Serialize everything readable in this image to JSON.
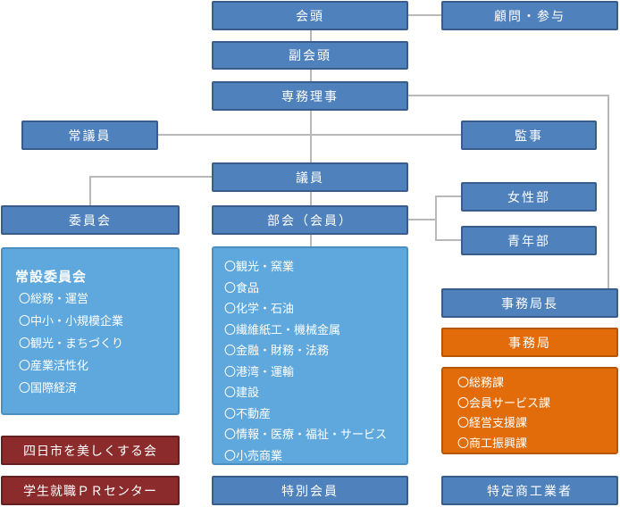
{
  "nodes": {
    "chairman": "会頭",
    "advisors": "顧問・参与",
    "vice_chairman": "副会頭",
    "executive_director": "専務理事",
    "standing_members": "常議員",
    "auditor": "監事",
    "members": "議員",
    "committees": "委員会",
    "sections": "部会（会員）",
    "women": "女性部",
    "youth": "青年部",
    "secretary_general": "事務局長",
    "secretariat": "事務局",
    "beautify": "四日市を美しくする会",
    "student_pr": "学生就職ＰＲセンター",
    "special_members": "特別会員",
    "specified_businesses": "特定商工業者"
  },
  "standing_committees": {
    "title": "常設委員会",
    "items": [
      "〇総務・運営",
      "〇中小・小規模企業",
      "〇観光・まちづくり",
      "〇産業活性化",
      "〇国際経済"
    ]
  },
  "section_list": {
    "items": [
      "〇観光・窯業",
      "〇食品",
      "〇化学・石油",
      "〇繊維紙工・機械金属",
      "〇金融・財務・法務",
      "〇港湾・運輸",
      "〇建設",
      "〇不動産",
      "〇情報・医療・福祉・サービス",
      "〇小売商業"
    ]
  },
  "secretariat_divisions": {
    "items": [
      "〇総務課",
      "〇会員サービス課",
      "〇経営支援課",
      "〇商工振興課"
    ]
  },
  "colors": {
    "box_blue": "#4f81bd",
    "panel_blue": "#5fa8dd",
    "dark_red": "#8b2b2b",
    "orange": "#e36c0a",
    "line_gray": "#b8b8b8"
  }
}
